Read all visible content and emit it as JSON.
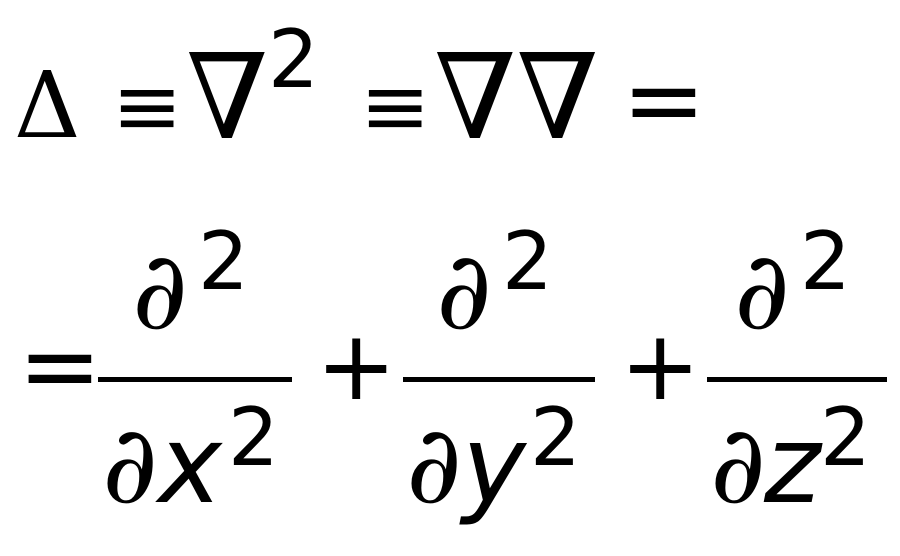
{
  "line1": {
    "laplace": "Δ",
    "equiv1": "≡",
    "nabla_squared": "∇",
    "exponent": "2",
    "equiv2": "≡",
    "nabla_nabla": "∇∇",
    "equals": "="
  },
  "line2": {
    "equals": "=",
    "plus1": "+",
    "plus2": "+",
    "terms": [
      {
        "numerator_partial": "∂",
        "numerator_exp": "2",
        "denominator_partial": "∂",
        "variable": "x",
        "denominator_exp": "2"
      },
      {
        "numerator_partial": "∂",
        "numerator_exp": "2",
        "denominator_partial": "∂",
        "variable": "y",
        "denominator_exp": "2"
      },
      {
        "numerator_partial": "∂",
        "numerator_exp": "2",
        "denominator_partial": "∂",
        "variable": "z",
        "denominator_exp": "2"
      }
    ]
  }
}
